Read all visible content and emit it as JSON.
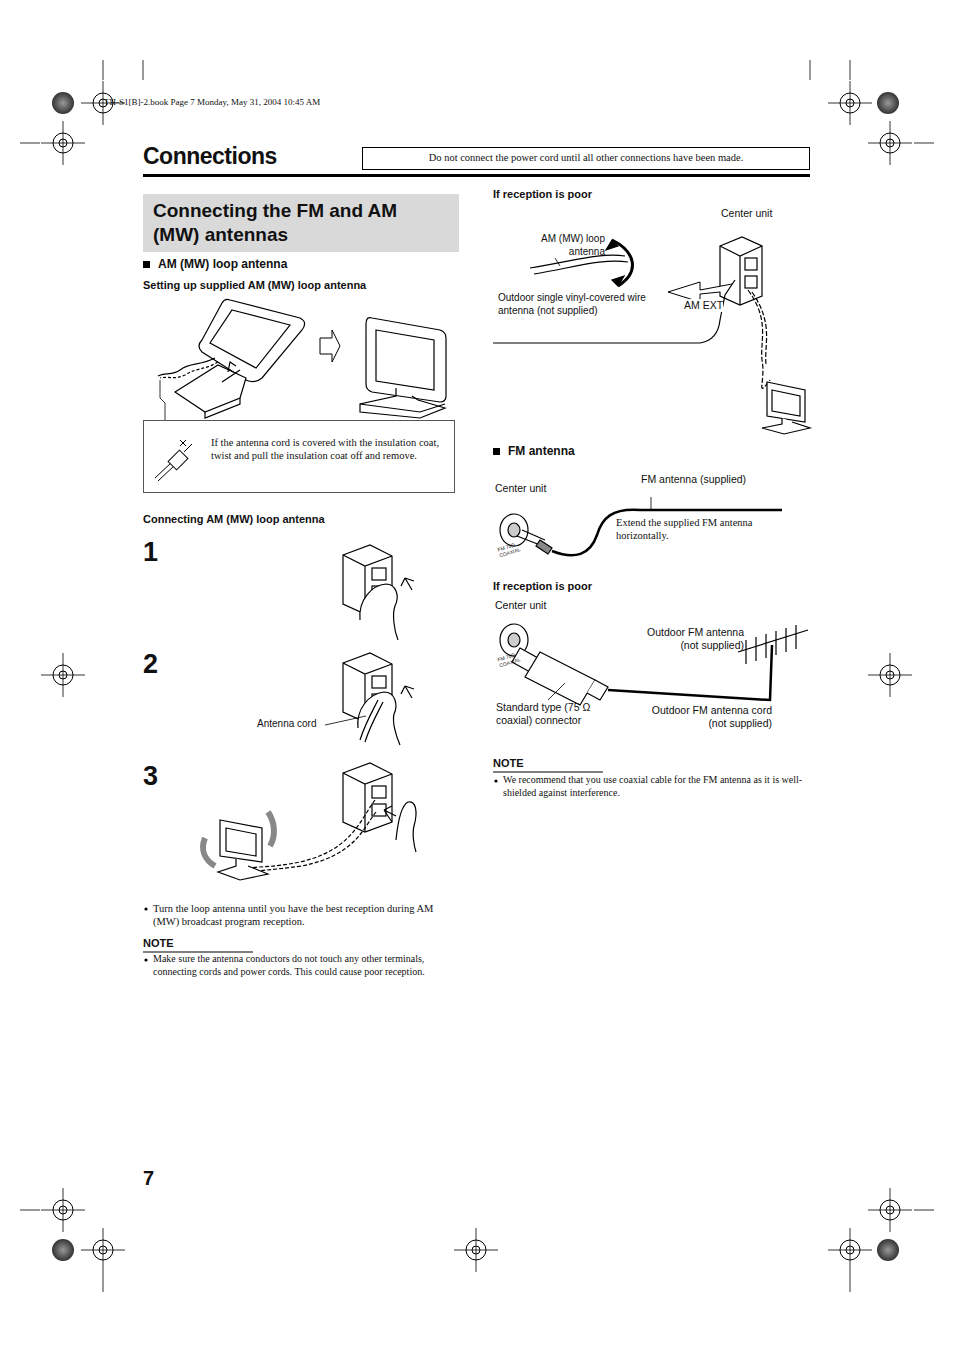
{
  "diagram": {
    "title": "Connections",
    "nodes": [
      {
        "text": [
          "Do not connect the power cord until all other connections have been made."
        ]
      },
      {
        "text": [
          "Connecting the FM and AM (MW) antennas"
        ]
      },
      {
        "text": [
          "If the antenna cord is covered with the insulation coat, twist and pull the insulation coat off and remove."
        ]
      }
    ],
    "labels": [
      "TH-S1[B]-2.book  Page 7  Monday, May 31, 2004  10:45 AM",
      "AM (MW) loop antenna",
      "Setting up supplied AM (MW) loop antenna",
      "Connecting AM (MW) loop antenna",
      "1",
      "2",
      "Antenna cord",
      "3",
      "Turn the loop antenna until you have the best reception during AM (MW) broadcast program reception.",
      "NOTE",
      "Make sure the antenna conductors do not touch any other terminals, connecting cords and power cords. This could cause poor reception.",
      "If reception is poor",
      "Center unit",
      "AM (MW) loop antenna",
      "Outdoor single vinyl-covered wire antenna (not supplied)",
      "AM EXT",
      "FM antenna",
      "Center unit",
      "FM antenna (supplied)",
      "Extend the supplied FM antenna horizontally.",
      "FM 75Ω COAXIAL",
      "If reception is poor",
      "Center unit",
      "Outdoor FM antenna (not supplied)",
      "FM 75Ω COAXIAL",
      "Standard type (75 Ω coaxial) connector",
      "Outdoor FM antenna cord (not supplied)",
      "NOTE",
      "We recommend that you use coaxial cable for the FM antenna as it is well-shielded against interference.",
      "7"
    ]
  }
}
